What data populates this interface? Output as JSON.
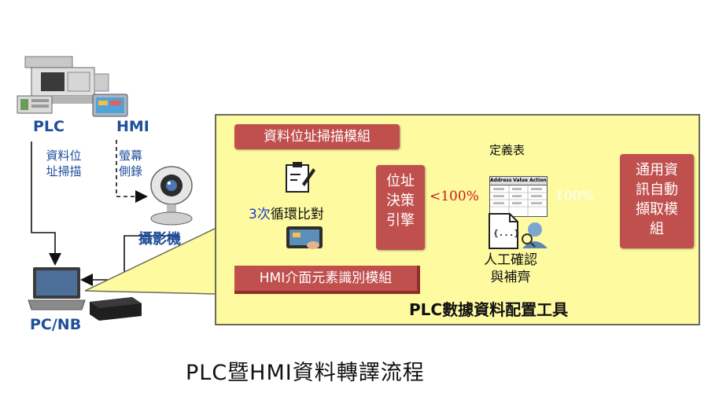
{
  "devices": {
    "plc_label": "PLC",
    "hmi_label": "HMI",
    "camera_label": "攝影機",
    "pcnb_label": "PC/NB",
    "plc_scan_note": "資料位\n址掃描",
    "hmi_record_note": "螢幕\n側錄"
  },
  "tool": {
    "address_scan_module": "資料位址掃描模組",
    "hmi_recognition_module": "HMI介面元素識別模組",
    "loop_compare": {
      "count": "3次",
      "rest": "循環比對"
    },
    "decision_engine": "位址\n決策\n引擎",
    "below_threshold": "<100%",
    "full_threshold": "100%",
    "definition_table": "定義表",
    "table_headers": [
      "Address",
      "Value",
      "Action"
    ],
    "manual_confirm": "人工確認\n與補齊",
    "auto_extract": "通用資\n訊自動\n擷取模\n組",
    "tool_title": "PLC數據資料配置工具"
  },
  "caption": "PLC暨HMI資料轉譯流程",
  "colors": {
    "panel_fill": "#fdfaa0",
    "module_red": "#c0504d",
    "arrow_blue": "#3a6fc4",
    "label_blue": "#1f4e9c",
    "loop_blue": "#1a3cc8"
  }
}
